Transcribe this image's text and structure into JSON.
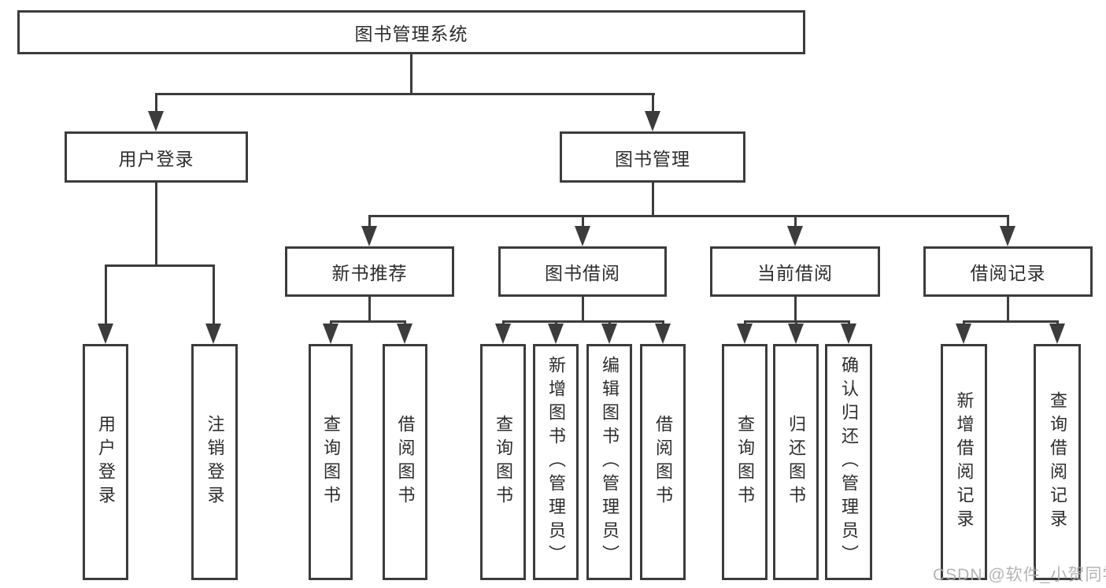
{
  "tree": {
    "label": "图书管理系统",
    "children": [
      {
        "label": "用户登录",
        "children": [
          {
            "label": "用户登录"
          },
          {
            "label": "注销登录"
          }
        ]
      },
      {
        "label": "图书管理",
        "children": [
          {
            "label": "新书推荐",
            "children": [
              {
                "label": "查询图书"
              },
              {
                "label": "借阅图书"
              }
            ]
          },
          {
            "label": "图书借阅",
            "children": [
              {
                "label": "查询图书"
              },
              {
                "label": "新增图书（管理员）"
              },
              {
                "label": "编辑图书（管理员）"
              },
              {
                "label": "借阅图书"
              }
            ]
          },
          {
            "label": "当前借阅",
            "children": [
              {
                "label": "查询图书"
              },
              {
                "label": "归还图书"
              },
              {
                "label": "确认归还（管理员）"
              }
            ]
          },
          {
            "label": "借阅记录",
            "children": [
              {
                "label": "新增借阅记录"
              },
              {
                "label": "查询借阅记录"
              }
            ]
          }
        ]
      }
    ]
  },
  "watermark": {
    "text": "CSDN @软件_小贺同学"
  },
  "colors": {
    "line": "#3c3c3c",
    "box_border": "#3c3c3c",
    "box_fill": "#ffffff",
    "text": "#2d2d2d",
    "watermark": "#acacac",
    "background": "#ffffff"
  }
}
